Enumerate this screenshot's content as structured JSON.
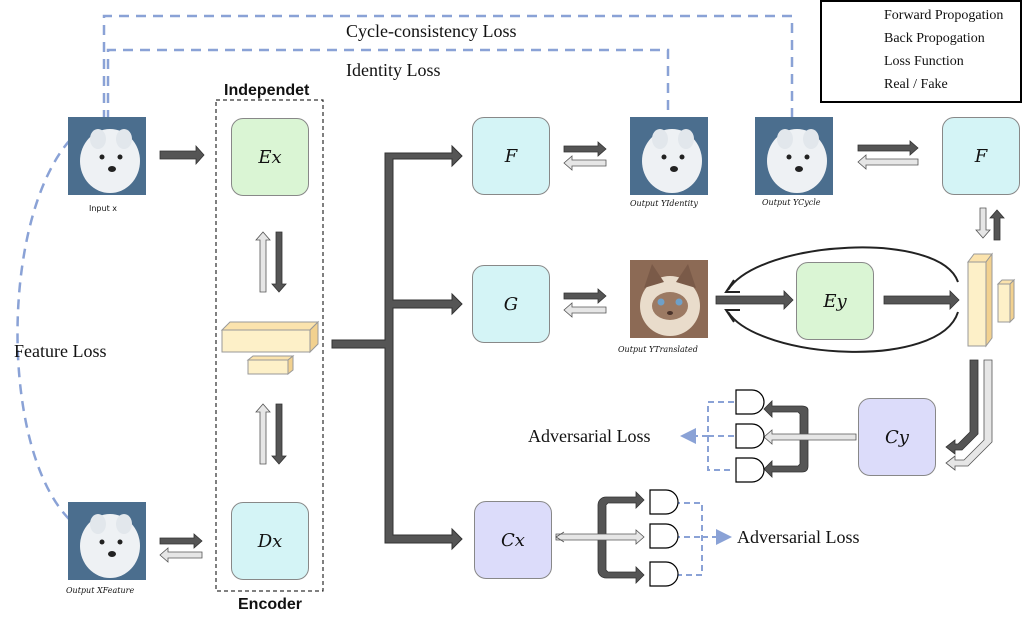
{
  "legend": {
    "forward": "Forward Propogation",
    "back": "Back Propogation",
    "loss": "Loss Function",
    "realfake": "Real / Fake"
  },
  "losses": {
    "cycle": "Cycle-consistency Loss",
    "identity": "Identity Loss",
    "feature": "Feature Loss",
    "adversarial_top": "Adversarial Loss",
    "adversarial_bottom": "Adversarial Loss"
  },
  "encoder": {
    "title_top": "Independet",
    "title_bottom": "Encoder",
    "ex": "Ex",
    "dx": "Dx"
  },
  "blocks": {
    "f_top": "F",
    "f_right": "F",
    "g": "G",
    "ey": "Ey",
    "cy": "Cy",
    "cx": "Cx"
  },
  "images": {
    "input": "Input x",
    "identity": "Output YIdentity",
    "cycle": "Output YCycle",
    "translated": "Output YTranslated",
    "feature": "Output XFeature"
  },
  "colors": {
    "arrow_dark": "#555555",
    "arrow_light": "#d8d8d8",
    "loss_line": "#8aa2d6",
    "green_block": "#daf5d4",
    "cyan_block": "#d4f4f6",
    "lavender_block": "#dcdcfa",
    "feature_block": "#fdf0c8"
  }
}
